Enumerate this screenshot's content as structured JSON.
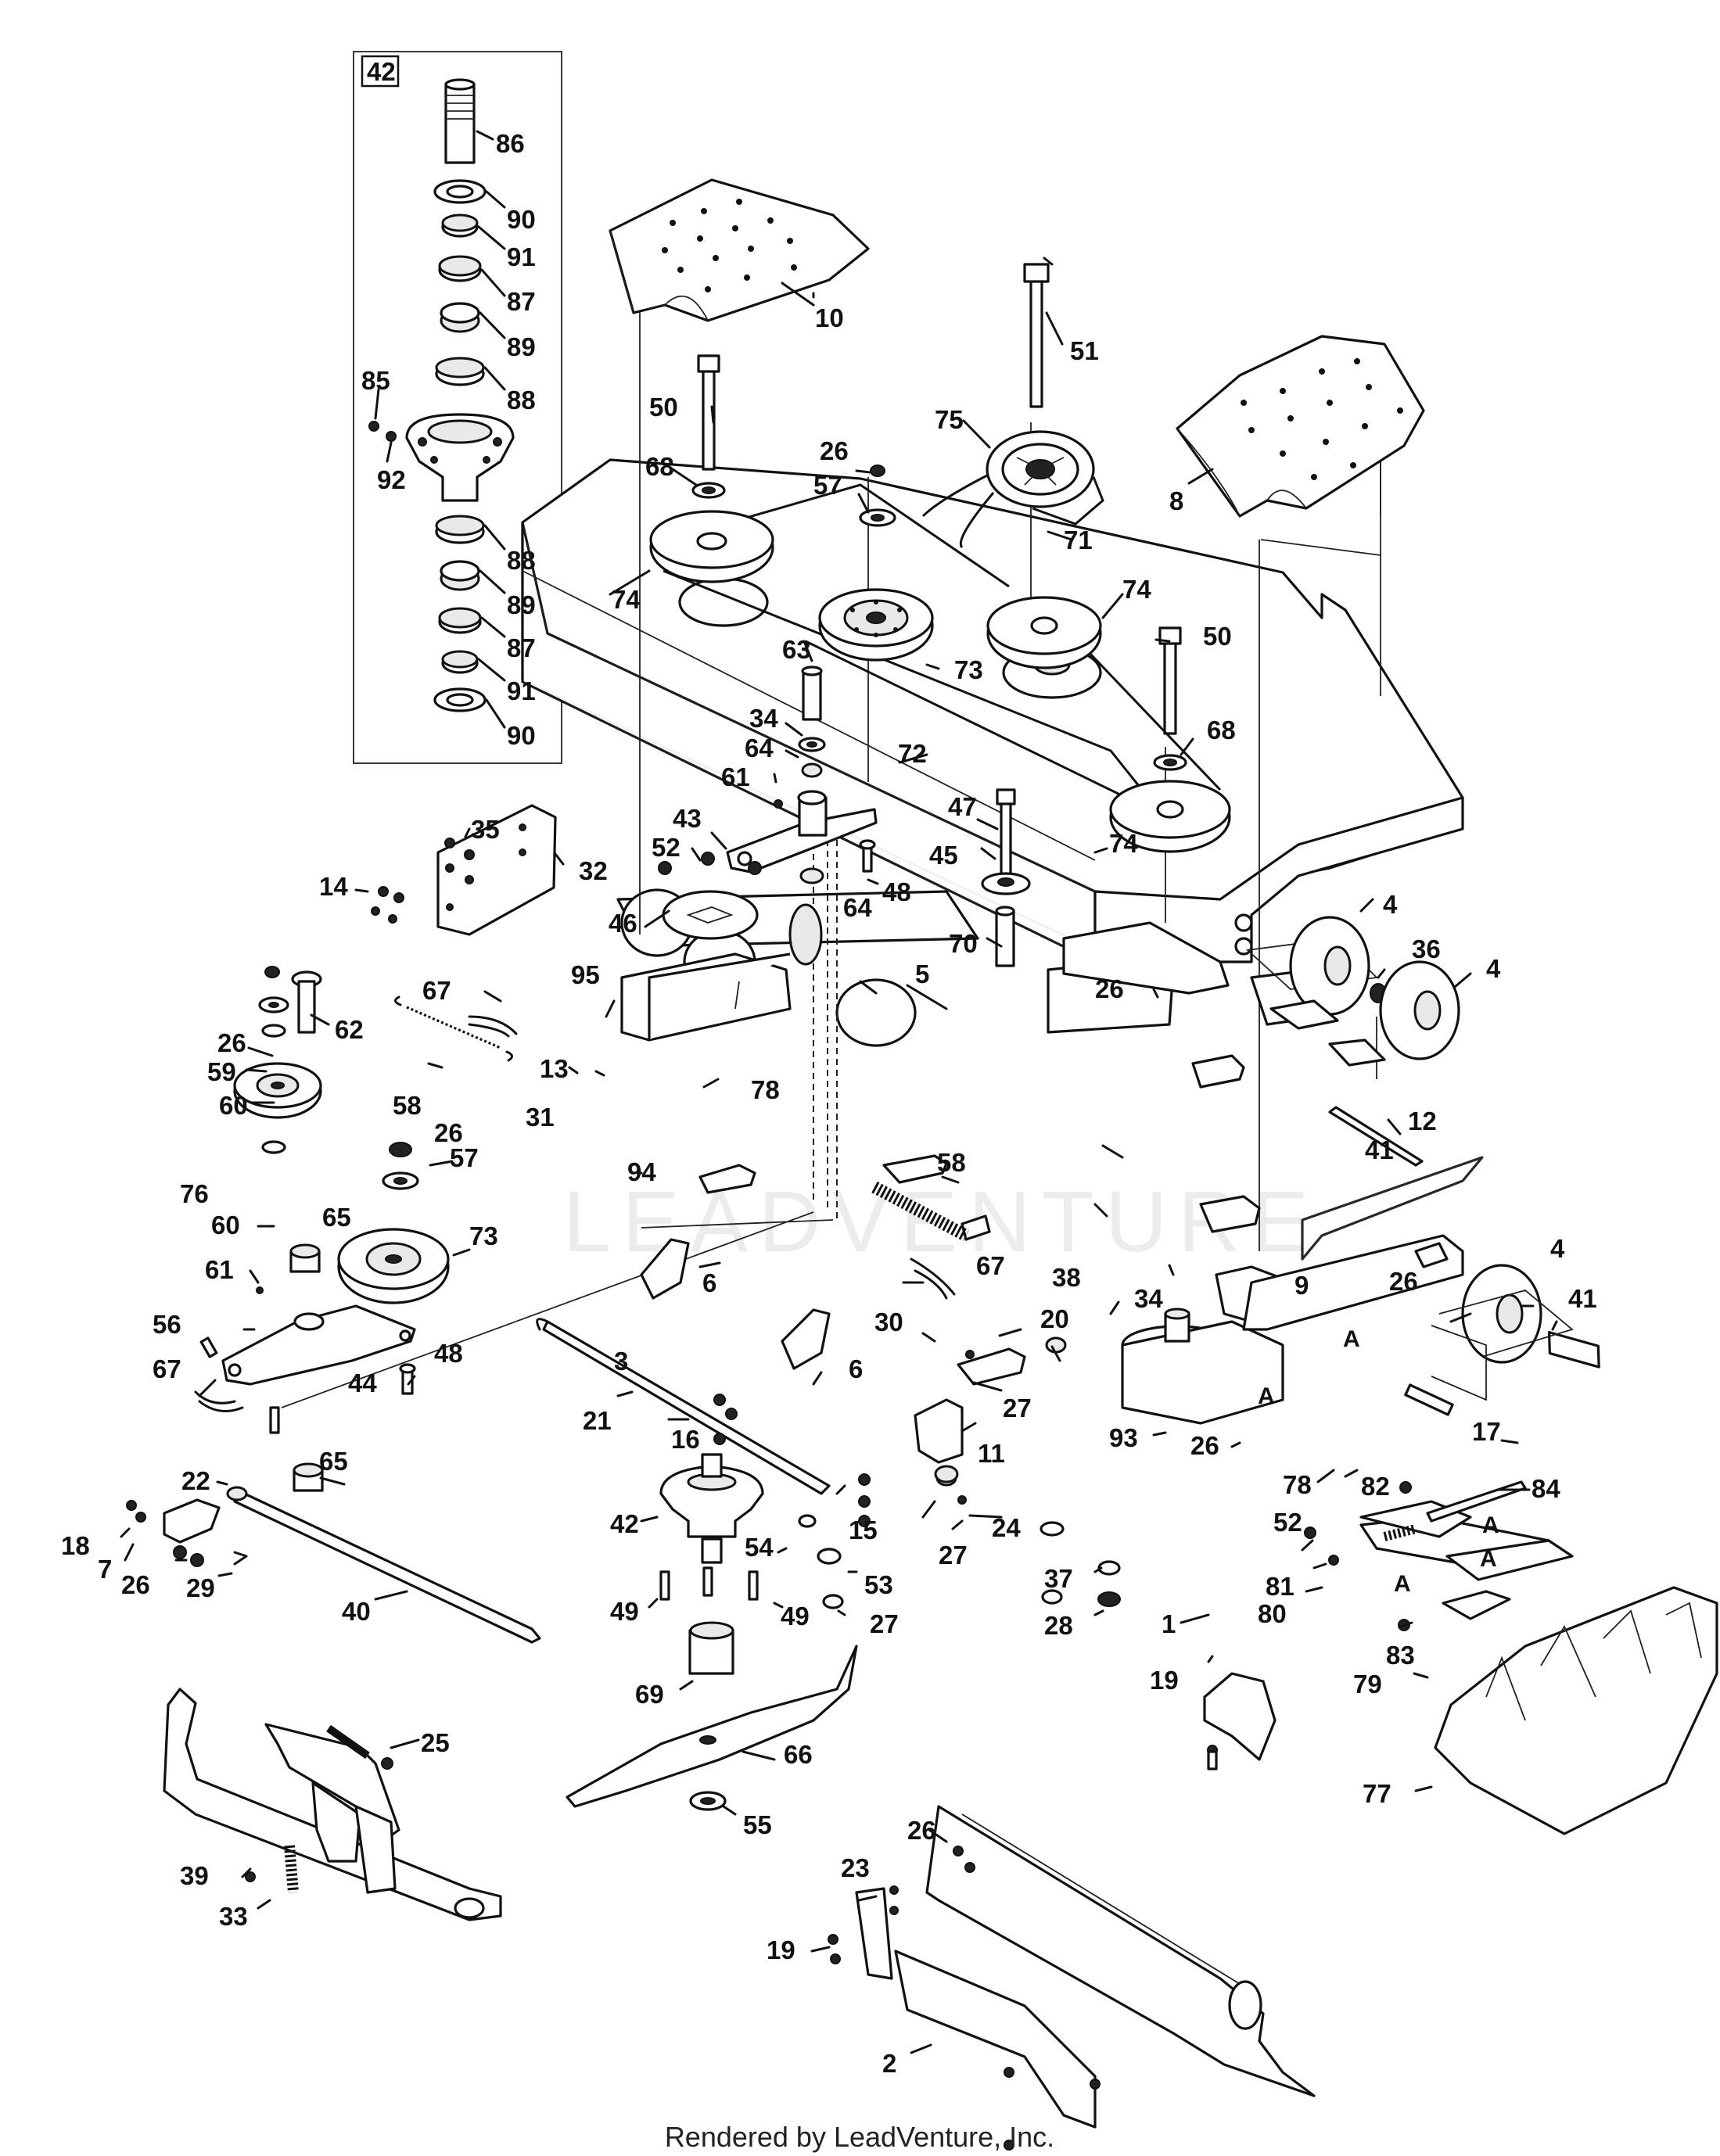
{
  "inset": {
    "label": "42"
  },
  "callouts": [
    {
      "id": "c86",
      "text": "86"
    },
    {
      "id": "c90a",
      "text": "90"
    },
    {
      "id": "c91a",
      "text": "91"
    },
    {
      "id": "c87a",
      "text": "87"
    },
    {
      "id": "c89a",
      "text": "89"
    },
    {
      "id": "c85",
      "text": "85"
    },
    {
      "id": "c88a",
      "text": "88"
    },
    {
      "id": "c92",
      "text": "92"
    },
    {
      "id": "c88b",
      "text": "88"
    },
    {
      "id": "c89b",
      "text": "89"
    },
    {
      "id": "c87b",
      "text": "87"
    },
    {
      "id": "c91b",
      "text": "91"
    },
    {
      "id": "c90b",
      "text": "90"
    },
    {
      "id": "c10",
      "text": "10"
    },
    {
      "id": "c51",
      "text": "51"
    },
    {
      "id": "c50a",
      "text": "50"
    },
    {
      "id": "c75",
      "text": "75"
    },
    {
      "id": "c26a",
      "text": "26"
    },
    {
      "id": "c68a",
      "text": "68"
    },
    {
      "id": "c57a",
      "text": "57"
    },
    {
      "id": "c8",
      "text": "8"
    },
    {
      "id": "c71",
      "text": "71"
    },
    {
      "id": "c74a",
      "text": "74"
    },
    {
      "id": "c74b",
      "text": "74"
    },
    {
      "id": "c73a",
      "text": "73"
    },
    {
      "id": "c63",
      "text": "63"
    },
    {
      "id": "c50b",
      "text": "50"
    },
    {
      "id": "c34a",
      "text": "34"
    },
    {
      "id": "c64a",
      "text": "64"
    },
    {
      "id": "c68b",
      "text": "68"
    },
    {
      "id": "c72",
      "text": "72"
    },
    {
      "id": "c61a",
      "text": "61"
    },
    {
      "id": "c47",
      "text": "47"
    },
    {
      "id": "c74c",
      "text": "74"
    },
    {
      "id": "c43",
      "text": "43"
    },
    {
      "id": "c52a",
      "text": "52"
    },
    {
      "id": "c45",
      "text": "45"
    },
    {
      "id": "c35",
      "text": "35"
    },
    {
      "id": "c48a",
      "text": "48"
    },
    {
      "id": "c64b",
      "text": "64"
    },
    {
      "id": "c14",
      "text": "14"
    },
    {
      "id": "c32",
      "text": "32"
    },
    {
      "id": "c4a",
      "text": "4"
    },
    {
      "id": "c70",
      "text": "70"
    },
    {
      "id": "c46",
      "text": "46"
    },
    {
      "id": "c36",
      "text": "36"
    },
    {
      "id": "c4b",
      "text": "4"
    },
    {
      "id": "c5",
      "text": "5"
    },
    {
      "id": "c95",
      "text": "95"
    },
    {
      "id": "c67a",
      "text": "67"
    },
    {
      "id": "c26b",
      "text": "26"
    },
    {
      "id": "c26c",
      "text": "26"
    },
    {
      "id": "c62",
      "text": "62"
    },
    {
      "id": "c59",
      "text": "59"
    },
    {
      "id": "c13",
      "text": "13"
    },
    {
      "id": "c78a",
      "text": "78"
    },
    {
      "id": "c41a",
      "text": "41"
    },
    {
      "id": "c58a",
      "text": "58"
    },
    {
      "id": "c12",
      "text": "12"
    },
    {
      "id": "c60a",
      "text": "60"
    },
    {
      "id": "c31",
      "text": "31"
    },
    {
      "id": "c26d",
      "text": "26"
    },
    {
      "id": "c76",
      "text": "76"
    },
    {
      "id": "c57b",
      "text": "57"
    },
    {
      "id": "c94",
      "text": "94"
    },
    {
      "id": "c58b",
      "text": "58"
    },
    {
      "id": "c60b",
      "text": "60"
    },
    {
      "id": "c65a",
      "text": "65"
    },
    {
      "id": "c73b",
      "text": "73"
    },
    {
      "id": "c61b",
      "text": "61"
    },
    {
      "id": "c6a",
      "text": "6"
    },
    {
      "id": "c67b",
      "text": "67"
    },
    {
      "id": "c38",
      "text": "38"
    },
    {
      "id": "c34b",
      "text": "34"
    },
    {
      "id": "c9",
      "text": "9"
    },
    {
      "id": "c4c",
      "text": "4"
    },
    {
      "id": "c26e",
      "text": "26"
    },
    {
      "id": "c41b",
      "text": "41"
    },
    {
      "id": "c56",
      "text": "56"
    },
    {
      "id": "c20",
      "text": "20"
    },
    {
      "id": "c30",
      "text": "30"
    },
    {
      "id": "c67c",
      "text": "67"
    },
    {
      "id": "c44",
      "text": "44"
    },
    {
      "id": "c48b",
      "text": "48"
    },
    {
      "id": "c3",
      "text": "3"
    },
    {
      "id": "c6b",
      "text": "6"
    },
    {
      "id": "c27a",
      "text": "27"
    },
    {
      "id": "c21",
      "text": "21"
    },
    {
      "id": "c16",
      "text": "16"
    },
    {
      "id": "c11",
      "text": "11"
    },
    {
      "id": "c93",
      "text": "93"
    },
    {
      "id": "c26f",
      "text": "26"
    },
    {
      "id": "c17",
      "text": "17"
    },
    {
      "id": "c65b",
      "text": "65"
    },
    {
      "id": "c22",
      "text": "22"
    },
    {
      "id": "c78b",
      "text": "78"
    },
    {
      "id": "c82",
      "text": "82"
    },
    {
      "id": "c84",
      "text": "84"
    },
    {
      "id": "c42",
      "text": "42"
    },
    {
      "id": "c15",
      "text": "15"
    },
    {
      "id": "c27b",
      "text": "27"
    },
    {
      "id": "c24",
      "text": "24"
    },
    {
      "id": "c18",
      "text": "18"
    },
    {
      "id": "c7",
      "text": "7"
    },
    {
      "id": "c52b",
      "text": "52"
    },
    {
      "id": "c54",
      "text": "54"
    },
    {
      "id": "c26g",
      "text": "26"
    },
    {
      "id": "c29",
      "text": "29"
    },
    {
      "id": "c37",
      "text": "37"
    },
    {
      "id": "c53",
      "text": "53"
    },
    {
      "id": "c81",
      "text": "81"
    },
    {
      "id": "c80",
      "text": "80"
    },
    {
      "id": "c49a",
      "text": "49"
    },
    {
      "id": "c49b",
      "text": "49"
    },
    {
      "id": "c27c",
      "text": "27"
    },
    {
      "id": "c28",
      "text": "28"
    },
    {
      "id": "c40",
      "text": "40"
    },
    {
      "id": "c1",
      "text": "1"
    },
    {
      "id": "c83",
      "text": "83"
    },
    {
      "id": "c19a",
      "text": "19"
    },
    {
      "id": "c79",
      "text": "79"
    },
    {
      "id": "c69",
      "text": "69"
    },
    {
      "id": "c25",
      "text": "25"
    },
    {
      "id": "c66",
      "text": "66"
    },
    {
      "id": "c77",
      "text": "77"
    },
    {
      "id": "c55",
      "text": "55"
    },
    {
      "id": "c26h",
      "text": "26"
    },
    {
      "id": "c23",
      "text": "23"
    },
    {
      "id": "c39",
      "text": "39"
    },
    {
      "id": "c19b",
      "text": "19"
    },
    {
      "id": "c33",
      "text": "33"
    },
    {
      "id": "c2",
      "text": "2"
    }
  ],
  "reference_letters": [
    {
      "id": "A1",
      "text": "A"
    },
    {
      "id": "A2",
      "text": "A"
    },
    {
      "id": "A3",
      "text": "A"
    },
    {
      "id": "A4",
      "text": "A"
    },
    {
      "id": "A5",
      "text": "A"
    }
  ],
  "watermark": "LEADVENTURE",
  "footer": "Rendered by LeadVenture, Inc."
}
